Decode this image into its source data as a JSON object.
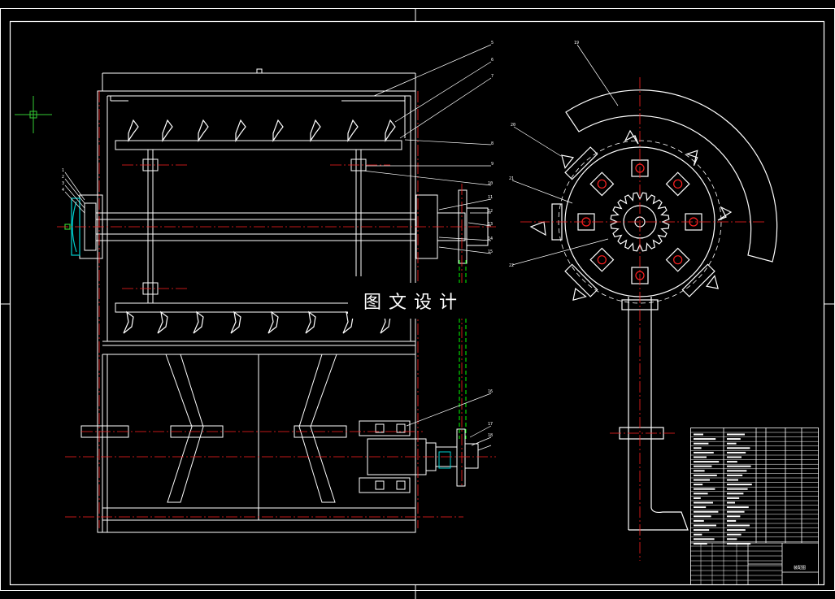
{
  "drawing": {
    "watermark_text": "图文设计",
    "title_block_text": "装配图",
    "part_labels_front": [
      "5",
      "6",
      "7",
      "8",
      "9",
      "10",
      "11",
      "12",
      "13",
      "14",
      "15",
      "16",
      "17",
      "18"
    ],
    "part_labels_left": [
      "1",
      "2",
      "3",
      "4"
    ],
    "part_labels_side": [
      "19",
      "20",
      "21",
      "22"
    ],
    "colors": {
      "background": "#000000",
      "outline": "#ffffff",
      "centerline": "#ff2020",
      "leader": "#ffffff",
      "chain": "#00ff00",
      "seal": "#00d0d0",
      "crosshair": "#33cc33"
    }
  }
}
